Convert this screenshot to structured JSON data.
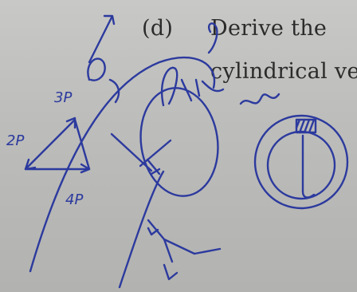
{
  "question": {
    "label": "(d)",
    "line1": "Derive the",
    "line2": "cylindrical ve"
  },
  "annotations": {
    "label_3p": "3P",
    "label_2p": "2P",
    "label_4p": "4P",
    "ink_color": "#2c3a9e"
  }
}
